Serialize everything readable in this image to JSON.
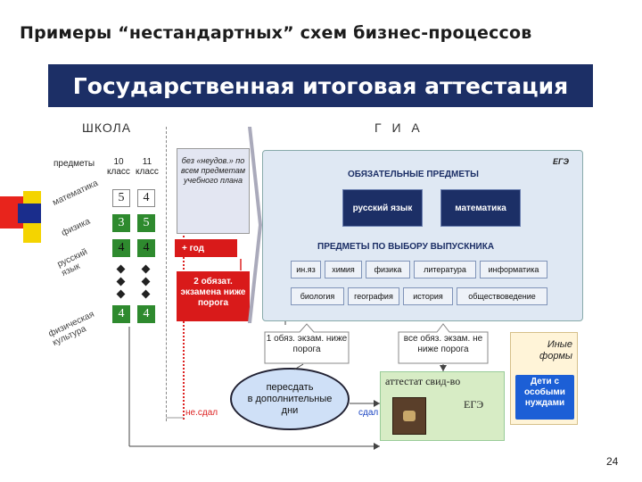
{
  "slide_title": "Примеры “нестандартных” схем бизнес-процессов",
  "banner": "Государственная итоговая аттестация",
  "school": {
    "heading": "ШКОЛА",
    "grades_label": "предметы",
    "grade10": "10 класс",
    "grade11": "11 класс",
    "subjects": [
      "математика",
      "физика",
      "русский язык",
      "физическая культура"
    ],
    "rows": [
      {
        "g10": "5",
        "g11": "4"
      },
      {
        "g10": "3",
        "g11": "5"
      },
      {
        "g10": "4",
        "g11": "4"
      },
      {
        "g10": "4",
        "g11": "4"
      }
    ],
    "no_fail_note": "без «неудов.» по всем предметам учебного плана",
    "plus_year": "+ год",
    "two_exams": "2 обязат. экзамена ниже порога"
  },
  "gia": {
    "heading": "Г И А",
    "ege_label": "ЕГЭ",
    "required_heading": "ОБЯЗАТЕЛЬНЫЕ ПРЕДМЕТЫ",
    "required": [
      "русский язык",
      "математика"
    ],
    "choice_heading": "ПРЕДМЕТЫ ПО ВЫБОРУ ВЫПУСКНИКА",
    "choice_row1": [
      "ин.яз",
      "химия",
      "физика",
      "литература",
      "информатика"
    ],
    "choice_row2": [
      "биология",
      "география",
      "история",
      "обществоведение"
    ],
    "one_below": "1 обяз. экзам. ниже порога",
    "all_above": "все обяз. экзам. не ниже порога",
    "retake": [
      "пересдать",
      "в дополнительные",
      "дни"
    ],
    "not_passed": "не.сдал",
    "passed": "сдал",
    "certificate": "аттестат свид-во",
    "certificate_ege": "ЕГЭ",
    "other_forms": "Иные формы",
    "special_needs": "Дети с особыми нуждами"
  },
  "page_number": "24",
  "colors": {
    "banner": "#1c2f66",
    "red": "#d91a1a",
    "green": "#2e8a2e",
    "panel": "#dfe8f3"
  }
}
